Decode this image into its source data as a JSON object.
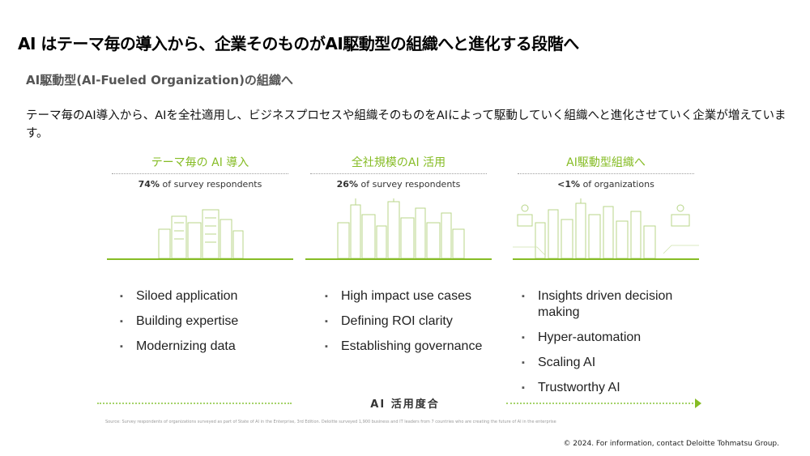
{
  "title": "AI はテーマ毎の導入から、企業そのものがAI駆動型の組織へと進化する段階へ",
  "subtitle": "AI駆動型(AI-Fueled Organization)の組織へ",
  "description": "テーマ毎のAI導入から、AIを全社適用し、ビジネスプロセスや組織そのものをAIによって駆動していく組織へと進化させていく企業が増えています。",
  "columns": [
    {
      "heading": "テーマ毎の AI 導入",
      "stat_value": "74%",
      "stat_text": " of survey respondents",
      "bullets": [
        "Siloed application",
        "Building expertise",
        "Modernizing data"
      ]
    },
    {
      "heading": "全社規模のAI 活用",
      "stat_value": "26%",
      "stat_text": " of survey respondents",
      "bullets": [
        "High impact use cases",
        "Defining ROI clarity",
        "Establishing governance"
      ]
    },
    {
      "heading": "AI駆動型組織へ",
      "stat_value": "<1%",
      "stat_text": " of organizations",
      "bullets": [
        "Insights driven decision making",
        "Hyper-automation",
        "Scaling AI",
        "Trustworthy AI"
      ]
    }
  ],
  "axis_label": "AI 活用度合",
  "source": "Source: Survey respondents of organizations surveyed as part of State of AI in the Enterprise, 3rd Edition. Deloitte surveyed 1,900 business and IT leaders from 7 countries who are creating the future of AI in the enterprise",
  "copyright": "© 2024. For information, contact Deloitte Tohmatsu Group.",
  "colors": {
    "accent": "#86bc25",
    "line": "#a5d36a"
  }
}
